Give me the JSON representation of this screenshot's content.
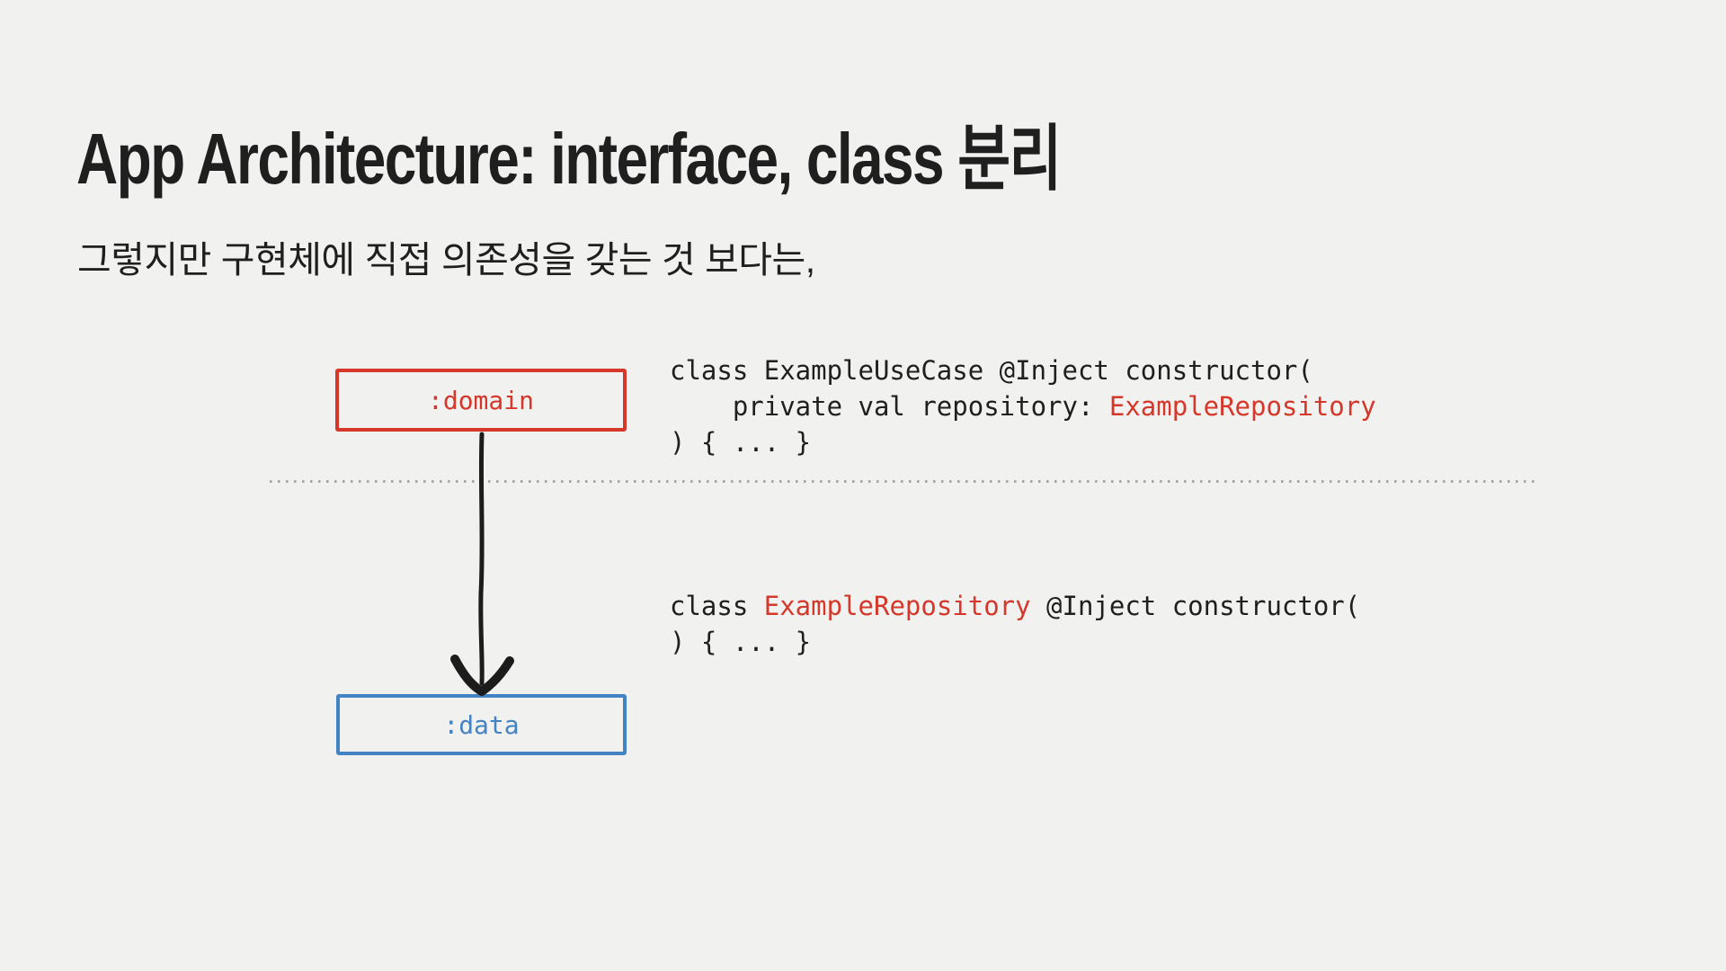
{
  "slide": {
    "title": "App Architecture: interface, class 분리",
    "subtitle": "그렇지만 구현체에 직접 의존성을 갖는 것 보다는,",
    "colors": {
      "background": "#f1f1ef",
      "accent_red": "#d5372a",
      "accent_blue": "#4383c4",
      "text_dark": "#1f1f1f",
      "divider_gray": "#a6a6a6",
      "arrow_black": "#1c1c1c"
    }
  },
  "diagram": {
    "domain_box": {
      "label": ":domain"
    },
    "data_box": {
      "label": ":data"
    },
    "arrow": {
      "from": ":domain",
      "to": ":data",
      "direction": "down"
    }
  },
  "code_blocks": [
    {
      "name": "usecase-snippet",
      "lines": [
        [
          {
            "text": "class ExampleUseCase @Inject constructor(",
            "color": "dark"
          }
        ],
        [
          {
            "text": "    private val repository: ",
            "color": "dark"
          },
          {
            "text": "ExampleRepository",
            "color": "red"
          }
        ],
        [
          {
            "text": ") { ... }",
            "color": "dark"
          }
        ]
      ]
    },
    {
      "name": "repository-snippet",
      "lines": [
        [
          {
            "text": "class ",
            "color": "dark"
          },
          {
            "text": "ExampleRepository",
            "color": "red"
          },
          {
            "text": " @Inject constructor(",
            "color": "dark"
          }
        ],
        [
          {
            "text": ") { ... }",
            "color": "dark"
          }
        ]
      ]
    }
  ]
}
